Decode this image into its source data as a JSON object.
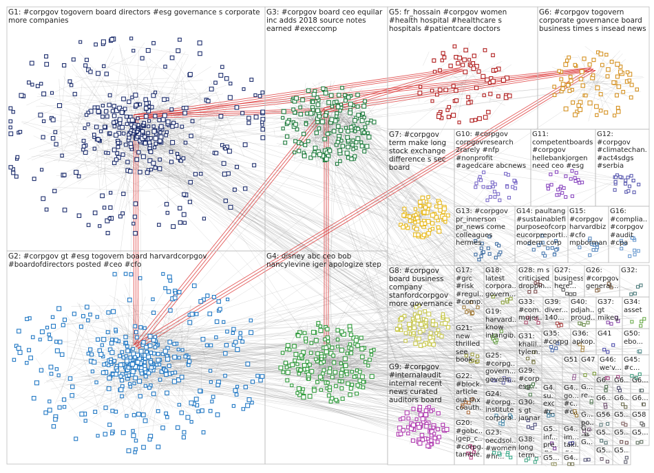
{
  "diagram": {
    "type": "network-graph",
    "groups": [
      {
        "id": "G1",
        "label": "G1: #corpgov togovern board directors #esg governance s corporate more companies",
        "color": "#1a2b6b"
      },
      {
        "id": "G2",
        "label": "G2: #corpgov gt #esg togovern board harvardcorpgov #boardofdirectors posted #ceo #cfo",
        "color": "#1f77c4"
      },
      {
        "id": "G3",
        "label": "G3: #corpgov board ceo equilar inc adds 2018 source notes earned #execcomp",
        "color": "#1b7a3a"
      },
      {
        "id": "G4",
        "label": "G4: disney abc ceo bob nancylevine iger apologize step aoc ads",
        "color": "#2e9a3a"
      },
      {
        "id": "G5",
        "label": "G5: fr_hossain #corpgov women #health hospital #healthcare s hospitals #patientcare doctors",
        "color": "#b01c1c"
      },
      {
        "id": "G6",
        "label": "G6: #corpgov togovern corporate governance board business times s insead news",
        "color": "#d4901e"
      },
      {
        "id": "G7",
        "label": "G7: #corpgov term make long stock exchange difference s sec board",
        "color": "#e8b91a"
      },
      {
        "id": "G8",
        "label": "G8: #corpgov board business company stanfordcorpgov more governance esg ceo time",
        "color": "#c8c84a"
      },
      {
        "id": "G9",
        "label": "G9: #corpgov #internalaudit internal recent news curated auditors board members thanks",
        "color": "#b03ab0"
      },
      {
        "id": "G10",
        "label": "G10: #corpgov corpgovresearch 2rarely #nfp #nonprofit #agedcare abcnews homes nfpdirectors #bupa",
        "color": "#7a6ac8"
      },
      {
        "id": "G11",
        "label": "G11: competentboards #corpgov hellebankjorgen need ceo #esg investors risks now #sustainability",
        "color": "#8a4ac0"
      },
      {
        "id": "G12",
        "label": "G12: #corpgov #climatechan... #act4sdgs #serbia #belgrade climate_ coalition #sdg13...",
        "color": "#5a5ab0"
      },
      {
        "id": "G13",
        "label": "G13: #corpgov pr_innerson pr_news come colleagues hermes including...",
        "color": "#3a6aa0"
      },
      {
        "id": "G14",
        "label": "G14: paultang #sustainablefi... purposeofcorp eucorpreporti... modern_corp #corpgov...",
        "color": "#4a7ab0"
      },
      {
        "id": "G15",
        "label": "G15: #corpgov harvardbiz #cfo mpborman #ceo...",
        "color": "#5a8ac0"
      },
      {
        "id": "G16",
        "label": "G16: #complia... #corpgov #audit #cpa career...",
        "color": "#6a9ad0"
      },
      {
        "id": "G17",
        "label": "G17: #grc #risk #regul... #comp... #gover...",
        "color": "#a07a3a"
      },
      {
        "id": "G18",
        "label": "G18: latest corpora... govern...",
        "color": "#8aa03a"
      },
      {
        "id": "G19",
        "label": "G19: harvard... know intangib...",
        "color": "#6aa04a"
      },
      {
        "id": "G20",
        "label": "G20: #gobc... igep_c... #corpg... tambié...",
        "color": "#c04a8a"
      },
      {
        "id": "G21",
        "label": "G21: new thrilled see book...",
        "color": "#9a9a3a"
      },
      {
        "id": "G22",
        "label": "G22: #block... article out thx coauth...",
        "color": "#aa6a3a"
      },
      {
        "id": "G23",
        "label": "G23: oecdsol... #women #hr...",
        "color": "#3aaa8a"
      },
      {
        "id": "G24",
        "label": "G24: #corpg... institute corpora...",
        "color": "#4a8aaa"
      },
      {
        "id": "G25",
        "label": "G25: #corpg... govern... govern...",
        "color": "#6a6aaa"
      },
      {
        "id": "G26",
        "label": "G26: #corpgov general...",
        "color": "#8a6a4a"
      },
      {
        "id": "G27",
        "label": "G27: business here...",
        "color": "#5a5a5a"
      },
      {
        "id": "G28",
        "label": "G28: m s criticised droppin...",
        "color": "#7a4a4a"
      },
      {
        "id": "G29",
        "label": "G29: #corp... esg...",
        "color": "#4a7a4a"
      },
      {
        "id": "G30",
        "label": "G30: s gt jannar...",
        "color": "#4a4a7a"
      },
      {
        "id": "G31",
        "label": "G31: khalil... tylem...",
        "color": "#7a7a4a"
      },
      {
        "id": "G32",
        "label": "G32:",
        "color": "#4a7a7a"
      },
      {
        "id": "G33",
        "label": "G33: #com... mujer...",
        "color": "#aa4a6a"
      },
      {
        "id": "G34",
        "label": "G34: asset",
        "color": "#6aaa4a"
      },
      {
        "id": "G35",
        "label": "G35: #corpg...",
        "color": "#4a6aaa"
      },
      {
        "id": "G36",
        "label": "G36: apkop...",
        "color": "#aa8a4a"
      },
      {
        "id": "G37",
        "label": "G37: gt mikeg...",
        "color": "#8a4aaa"
      },
      {
        "id": "G38",
        "label": "G38: long term...",
        "color": "#4aaa8a"
      },
      {
        "id": "G39",
        "label": "G39: diver... 140...",
        "color": "#aa4a4a"
      },
      {
        "id": "G40",
        "label": "G40: pdjah... proud...",
        "color": "#6a8a4a"
      },
      {
        "id": "G41",
        "label": "G41",
        "color": "#4a4aaa"
      },
      {
        "id": "G42",
        "label": "G4... su... exc... #c...",
        "color": "#3a7a9a"
      },
      {
        "id": "G43",
        "label": "G4... go... #c... #c...",
        "color": "#9a7a3a"
      },
      {
        "id": "G44",
        "label": "G5... inf... pre... #c...",
        "color": "#7a3a9a"
      },
      {
        "id": "G45",
        "label": "G45: #c...",
        "color": "#3a9a7a"
      },
      {
        "id": "G46",
        "label": "G46: we'v...",
        "color": "#9a3a7a"
      },
      {
        "id": "G47",
        "label": "G47",
        "color": "#7a9a3a"
      },
      {
        "id": "G48",
        "label": "G4... im... taki... #c...",
        "color": "#3a3a9a"
      },
      {
        "id": "G49",
        "label": "G5... add up...",
        "color": "#9a9a6a"
      },
      {
        "id": "G50",
        "label": "G50: ebo...",
        "color": "#6a9a9a"
      },
      {
        "id": "G51",
        "label": "G51",
        "color": "#9a6a9a"
      },
      {
        "id": "G52",
        "label": "G... re...",
        "color": "#5a7a5a"
      },
      {
        "id": "G53",
        "label": "G... po...",
        "color": "#7a5a7a"
      },
      {
        "id": "G54",
        "label": "G...",
        "color": "#5a5a7a"
      },
      {
        "id": "G55",
        "label": "G4... ger... #c...",
        "color": "#7a7a5a"
      },
      {
        "id": "G56",
        "label": "G56",
        "color": "#5a7a7a"
      },
      {
        "id": "G57",
        "label": "G5...",
        "color": "#7a5a5a"
      },
      {
        "id": "G58",
        "label": "G58",
        "color": "#5a5a5a"
      },
      {
        "id": "G59",
        "label": "G... str...",
        "color": "#6a6a6a"
      },
      {
        "id": "G60",
        "label": "G6...",
        "color": "#4a6a4a"
      },
      {
        "id": "G61",
        "label": "G6...",
        "color": "#6a4a6a"
      },
      {
        "id": "G62",
        "label": "G6...",
        "color": "#4a4a6a"
      },
      {
        "id": "G63",
        "label": "G6...",
        "color": "#6a6a4a"
      },
      {
        "id": "G64",
        "label": "G5...",
        "color": "#4a6a6a"
      },
      {
        "id": "G65",
        "label": "G5...",
        "color": "#6a4a4a"
      },
      {
        "id": "G66",
        "label": "G5...",
        "color": "#5a6a5a"
      },
      {
        "id": "G67",
        "label": "G5...",
        "color": "#6a5a6a"
      },
      {
        "id": "G68",
        "label": "G5...",
        "color": "#5a5a6a"
      },
      {
        "id": "G69",
        "label": "G6...",
        "color": "#6a6a5a"
      },
      {
        "id": "G70",
        "label": "G6...",
        "color": "#5a6a6a"
      },
      {
        "id": "G71",
        "label": "G7...",
        "color": "#6a5a5a"
      },
      {
        "id": "G72",
        "label": "G72",
        "color": "#5a5a5a"
      }
    ],
    "edge_color": "#777777",
    "highlight_edge_color": "#d81e1e"
  }
}
